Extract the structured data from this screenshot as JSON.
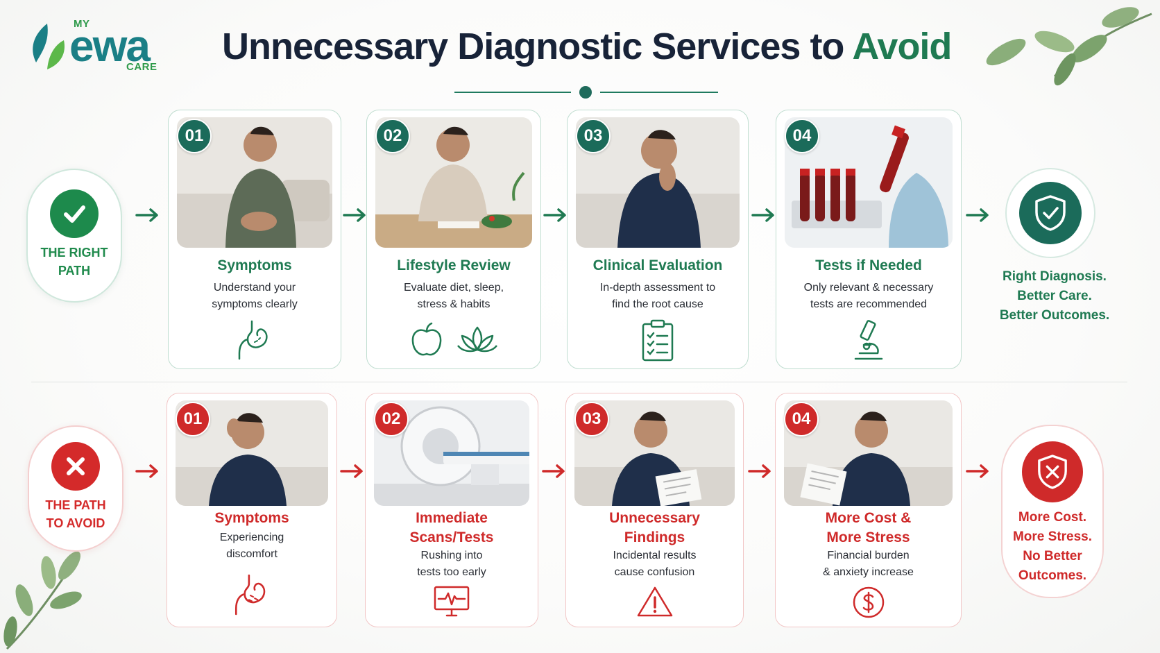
{
  "logo": {
    "my": "MY",
    "brand": "ewa",
    "care": "CARE"
  },
  "title": {
    "main": "Unnecessary Diagnostic Services to",
    "accent": "Avoid"
  },
  "right_path": {
    "badge_label": "THE RIGHT\nPATH",
    "steps": [
      {
        "num": "01",
        "title": "Symptoms",
        "desc": "Understand your\nsymptoms clearly",
        "icon": "stomach-icon"
      },
      {
        "num": "02",
        "title": "Lifestyle Review",
        "desc": "Evaluate diet, sleep,\nstress & habits",
        "icon": "apple-lotus-icon"
      },
      {
        "num": "03",
        "title": "Clinical Evaluation",
        "desc": "In-depth assessment to\nfind the root cause",
        "icon": "clipboard-checklist-icon"
      },
      {
        "num": "04",
        "title": "Tests if Needed",
        "desc": "Only relevant & necessary\ntests are recommended",
        "icon": "microscope-icon"
      }
    ],
    "outcome": "Right Diagnosis.\nBetter Care.\nBetter Outcomes."
  },
  "avoid_path": {
    "badge_label": "THE PATH\nTO AVOID",
    "steps": [
      {
        "num": "01",
        "title": "Symptoms",
        "desc": "Experiencing\ndiscomfort",
        "icon": "stomach-pain-icon"
      },
      {
        "num": "02",
        "title": "Immediate\nScans/Tests",
        "desc": "Rushing into\ntests too early",
        "icon": "monitor-pulse-icon"
      },
      {
        "num": "03",
        "title": "Unnecessary\nFindings",
        "desc": "Incidental results\ncause confusion",
        "icon": "warning-icon"
      },
      {
        "num": "04",
        "title": "More Cost &\nMore Stress",
        "desc": "Financial burden\n& anxiety increase",
        "icon": "dollar-icon"
      }
    ],
    "outcome": "More Cost.\nMore Stress.\nNo Better\nOutcomes."
  },
  "colors": {
    "good": "#1f7a52",
    "good_dark": "#1b6b5a",
    "bad": "#cf2a2a",
    "title": "#182338"
  }
}
